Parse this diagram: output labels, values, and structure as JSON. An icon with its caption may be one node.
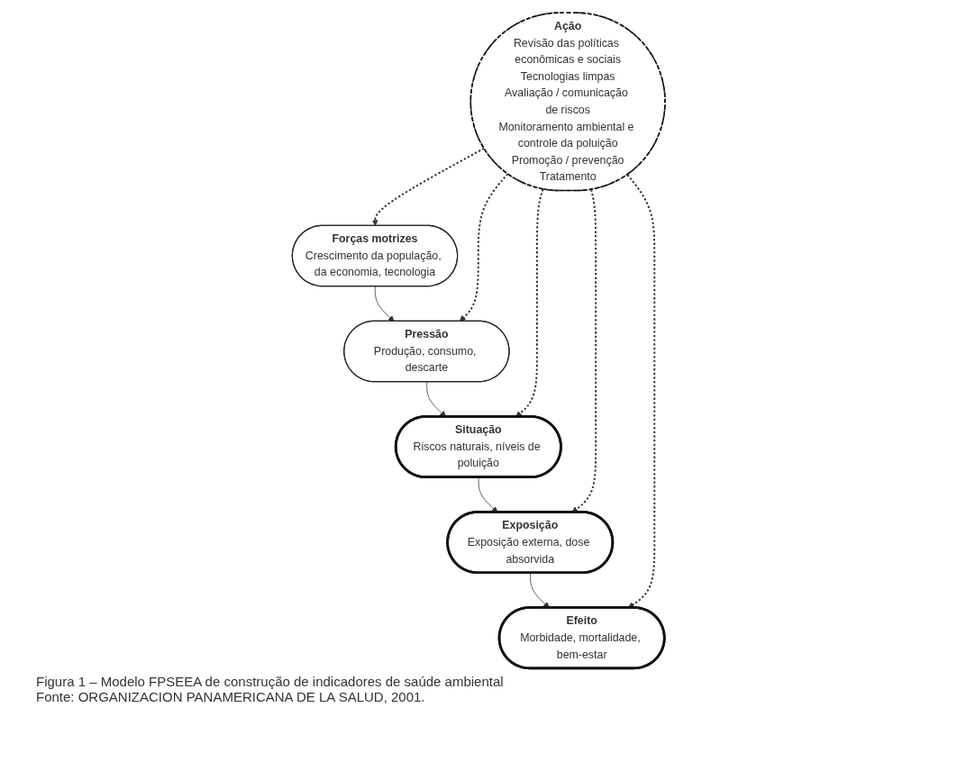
{
  "diagram": {
    "caption": "Figura 1 – Modelo FPSEEA de construção de indicadores de saúde ambiental",
    "nodes": [
      {
        "text": [
          "Forças motrizes",
          "Crescimento da população, da economia, tecnologia"
        ]
      },
      {
        "text": [
          "Pressão",
          "Produção, consumo, descarte"
        ]
      },
      {
        "text": [
          "Situação",
          "Riscos naturais, níveis de poluição"
        ]
      },
      {
        "text": [
          "Exposição",
          "Exposição externa, dose absorvida"
        ]
      },
      {
        "text": [
          "Efeito",
          "Morbidade, mortalidade, bem-estar"
        ]
      },
      {
        "text": [
          "Ação",
          "Revisão das políticas econômicas e sociais",
          "Tecnologias limpas",
          "Avaliação / comunicação de riscos",
          "Monitoramento ambiental e controle da poluição",
          "Promoção / prevenção",
          "Tratamento"
        ]
      }
    ],
    "edges": [
      {
        "from": 0,
        "to": 1,
        "arrow": "to"
      },
      {
        "from": 1,
        "to": 2,
        "arrow": "to"
      },
      {
        "from": 2,
        "to": 3,
        "arrow": "to"
      },
      {
        "from": 3,
        "to": 4,
        "arrow": "to"
      },
      {
        "from": 5,
        "to": 0,
        "arrow": "to",
        "style": "dashed"
      },
      {
        "from": 5,
        "to": 1,
        "arrow": "to",
        "style": "dashed"
      },
      {
        "from": 5,
        "to": 2,
        "arrow": "to",
        "style": "dashed"
      },
      {
        "from": 5,
        "to": 3,
        "arrow": "to",
        "style": "dashed"
      },
      {
        "from": 5,
        "to": 4,
        "arrow": "to",
        "style": "dashed"
      }
    ],
    "labels": [
      "Fonte: ORGANIZACION PANAMERICANA DE LA SALUD, 2001."
    ]
  }
}
